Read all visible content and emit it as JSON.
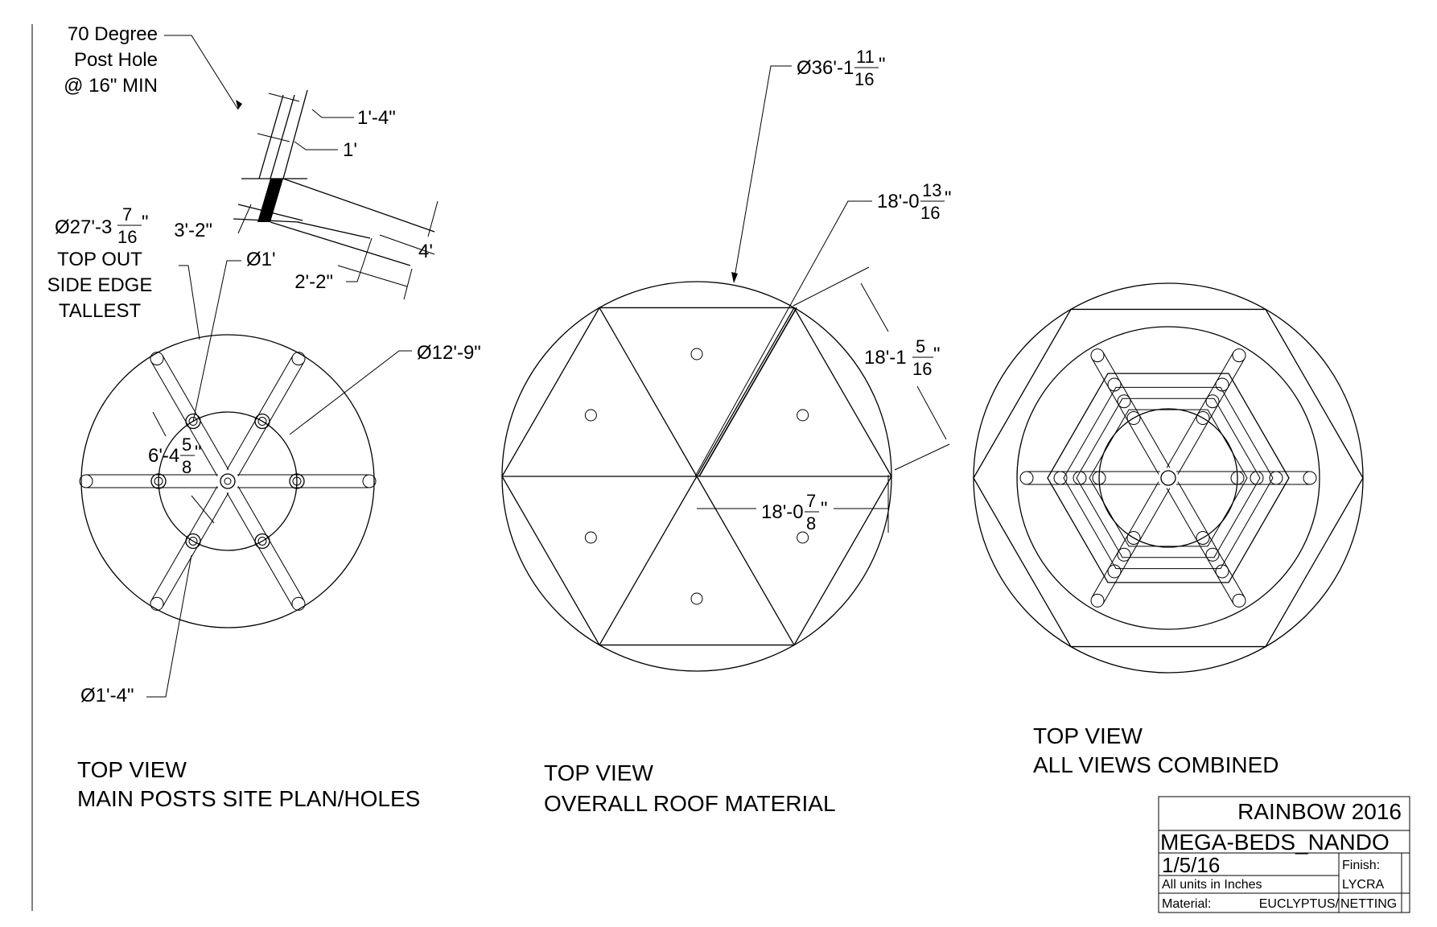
{
  "left_view": {
    "post_hole": [
      "70 Degree",
      "Post Hole",
      "@ 16\" MIN"
    ],
    "dim_post_outer": "1'-4\"",
    "dim_post_inner": "1'",
    "dim_depth": "3'-2\"",
    "dim_height": "4'",
    "dim_2_2": "2'-2\"",
    "dia_top_out": "Ø27'-3",
    "dia_top_out_num": "7",
    "dia_top_out_den": "16",
    "dia_top_out_tail": "\"",
    "top_out_lines": [
      "TOP OUT",
      "SIDE EDGE",
      "TALLEST"
    ],
    "dia_1": "Ø1'",
    "dia_12_9": "Ø12'-9\"",
    "dim_6_4": "6'-4",
    "dim_6_4_num": "5",
    "dim_6_4_den": "8",
    "dim_6_4_tail": "\"",
    "dia_1_4": "Ø1'-4\"",
    "caption": [
      "TOP VIEW",
      "MAIN POSTS SITE PLAN/HOLES"
    ]
  },
  "center_view": {
    "dia_36": "Ø36'-1",
    "dia_36_num": "11",
    "dia_36_den": "16",
    "dia_36_tail": "\"",
    "dim_18_0_13": "18'-0",
    "dim_18_0_13_num": "13",
    "dim_18_0_13_den": "16",
    "dim_18_0_13_tail": "\"",
    "dim_18_1_5": "18'-1",
    "dim_18_1_5_num": "5",
    "dim_18_1_5_den": "16",
    "dim_18_1_5_tail": "\"",
    "dim_18_0_7": "18'-0",
    "dim_18_0_7_num": "7",
    "dim_18_0_7_den": "8",
    "dim_18_0_7_tail": "\"",
    "caption": [
      "TOP VIEW",
      "OVERALL ROOF MATERIAL"
    ]
  },
  "right_view": {
    "caption": [
      "TOP VIEW",
      "ALL VIEWS COMBINED"
    ]
  },
  "title_block": {
    "project": "RAINBOW 2016",
    "drawing_name": "MEGA-BEDS_NANDO",
    "date": "1/5/16",
    "finish_label": "Finish:",
    "finish_value": "LYCRA",
    "units": "All units in Inches",
    "material_label": "Material:",
    "material_value_1": "EUCLYPTUS/",
    "material_value_2": "NETTING"
  }
}
